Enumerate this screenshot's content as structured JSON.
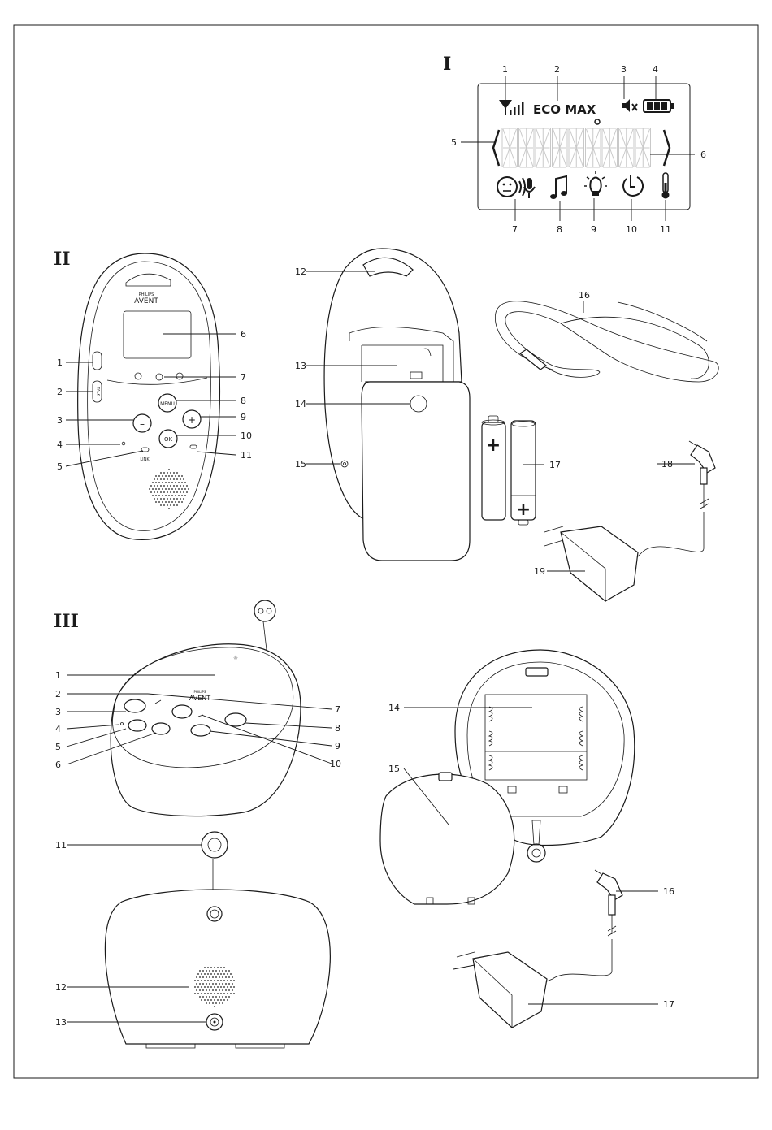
{
  "sections": {
    "s1": {
      "numeral": "I"
    },
    "s2": {
      "numeral": "II"
    },
    "s3": {
      "numeral": "III"
    }
  },
  "lcd": {
    "eco_max": "ECO MAX",
    "segment_chars": 9,
    "callouts": [
      "1",
      "2",
      "3",
      "4",
      "5",
      "6",
      "7",
      "8",
      "9",
      "10",
      "11"
    ]
  },
  "parent_unit": {
    "brand": "PHILIPS",
    "model": "AVENT",
    "menu_label": "MENU",
    "ok_label": "OK",
    "plus_label": "+",
    "minus_label": "–",
    "link_label": "LINK",
    "talk_label": "TALK",
    "callouts": [
      "1",
      "2",
      "3",
      "4",
      "5",
      "6",
      "7",
      "8",
      "9",
      "10",
      "11",
      "12",
      "13",
      "14",
      "15",
      "16",
      "17",
      "18",
      "19"
    ]
  },
  "battery": {
    "plus": "+",
    "minus": "+"
  },
  "baby_unit": {
    "brand": "PHILIPS",
    "model": "AVENT",
    "callouts": [
      "1",
      "2",
      "3",
      "4",
      "5",
      "6",
      "7",
      "8",
      "9",
      "10",
      "11",
      "12",
      "13",
      "14",
      "15",
      "16",
      "17"
    ]
  },
  "colors": {
    "ink": "#1a1a1a",
    "segments": "#c9c9c9",
    "paper": "#ffffff"
  }
}
